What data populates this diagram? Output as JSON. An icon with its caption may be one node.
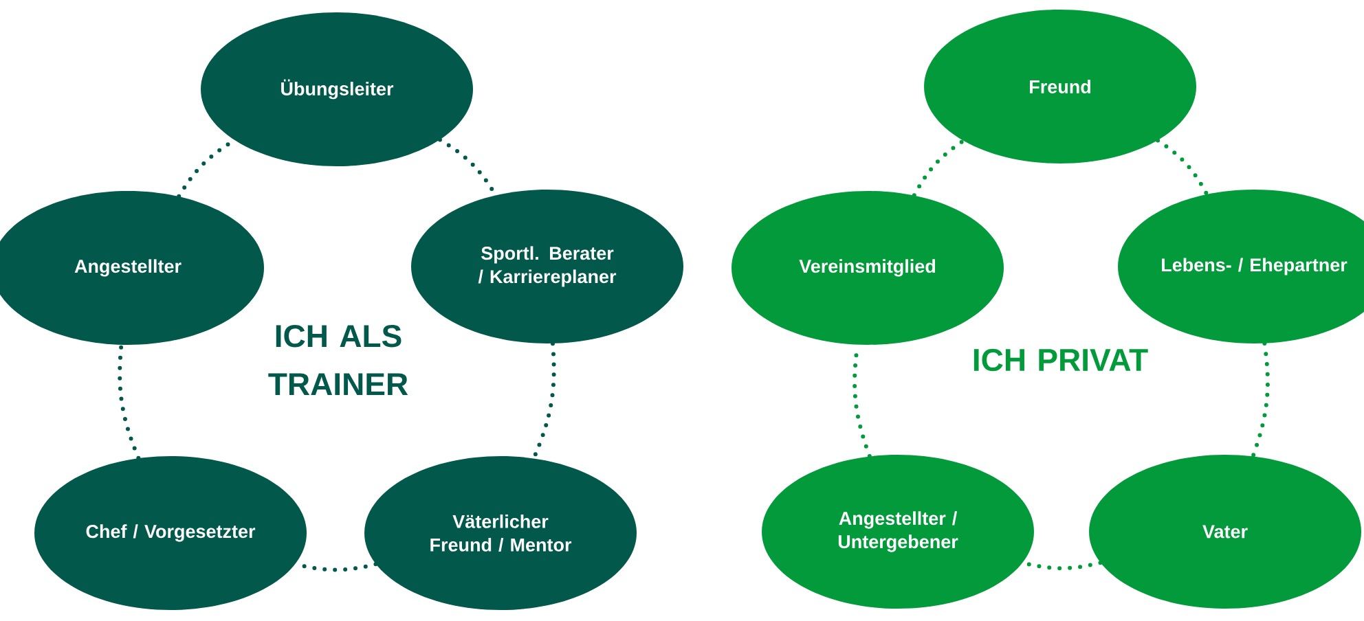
{
  "diagram": {
    "nodes": [
      {
        "text": [
          "Übungsleiter"
        ]
      },
      {
        "text": [
          "Angestellter"
        ]
      },
      {
        "text": [
          "Sportl. Berater / Karriereplaner"
        ]
      },
      {
        "text": [
          "Chef / Vorgesetzter"
        ]
      },
      {
        "text": [
          "Väterlicher Freund / Mentor"
        ]
      },
      {
        "text": [
          "Freund"
        ]
      },
      {
        "text": [
          "Vereinsmitglied"
        ]
      },
      {
        "text": [
          "Lebens- / Ehepartner"
        ]
      },
      {
        "text": [
          "Angestellter / Untergebener"
        ]
      },
      {
        "text": [
          "Vater"
        ]
      }
    ],
    "edges": [
      {
        "from": 0,
        "to": 2,
        "arrow": "none"
      },
      {
        "from": 2,
        "to": 4,
        "arrow": "none"
      },
      {
        "from": 4,
        "to": 3,
        "arrow": "none"
      },
      {
        "from": 3,
        "to": 1,
        "arrow": "none"
      },
      {
        "from": 1,
        "to": 0,
        "arrow": "none"
      },
      {
        "from": 5,
        "to": 7,
        "arrow": "none"
      },
      {
        "from": 7,
        "to": 9,
        "arrow": "none"
      },
      {
        "from": 9,
        "to": 8,
        "arrow": "none"
      },
      {
        "from": 8,
        "to": 6,
        "arrow": "none"
      },
      {
        "from": 6,
        "to": 5,
        "arrow": "none"
      }
    ],
    "labels": [
      "ICH ALS TRAINER",
      "ICH PRIVAT"
    ]
  }
}
